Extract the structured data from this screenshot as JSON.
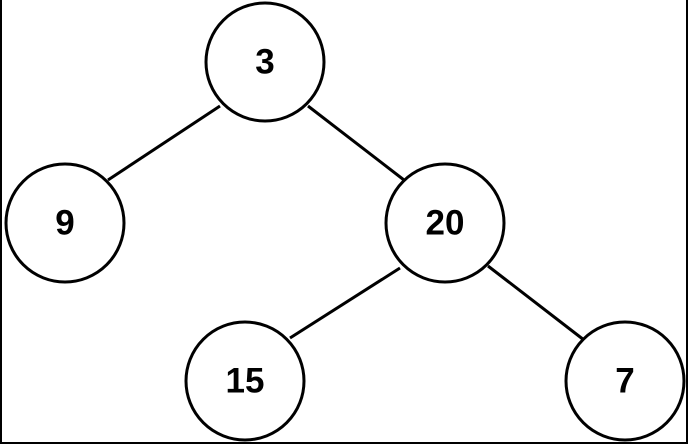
{
  "tree": {
    "nodes": [
      {
        "id": "n3",
        "value": "3"
      },
      {
        "id": "n9",
        "value": "9"
      },
      {
        "id": "n20",
        "value": "20"
      },
      {
        "id": "n15",
        "value": "15"
      },
      {
        "id": "n7",
        "value": "7"
      }
    ],
    "edges": [
      {
        "from": "n3",
        "to": "n9"
      },
      {
        "from": "n3",
        "to": "n20"
      },
      {
        "from": "n20",
        "to": "n15"
      },
      {
        "from": "n20",
        "to": "n7"
      }
    ]
  },
  "colors": {
    "stroke": "#000000",
    "fill": "#ffffff",
    "text": "#000000"
  }
}
